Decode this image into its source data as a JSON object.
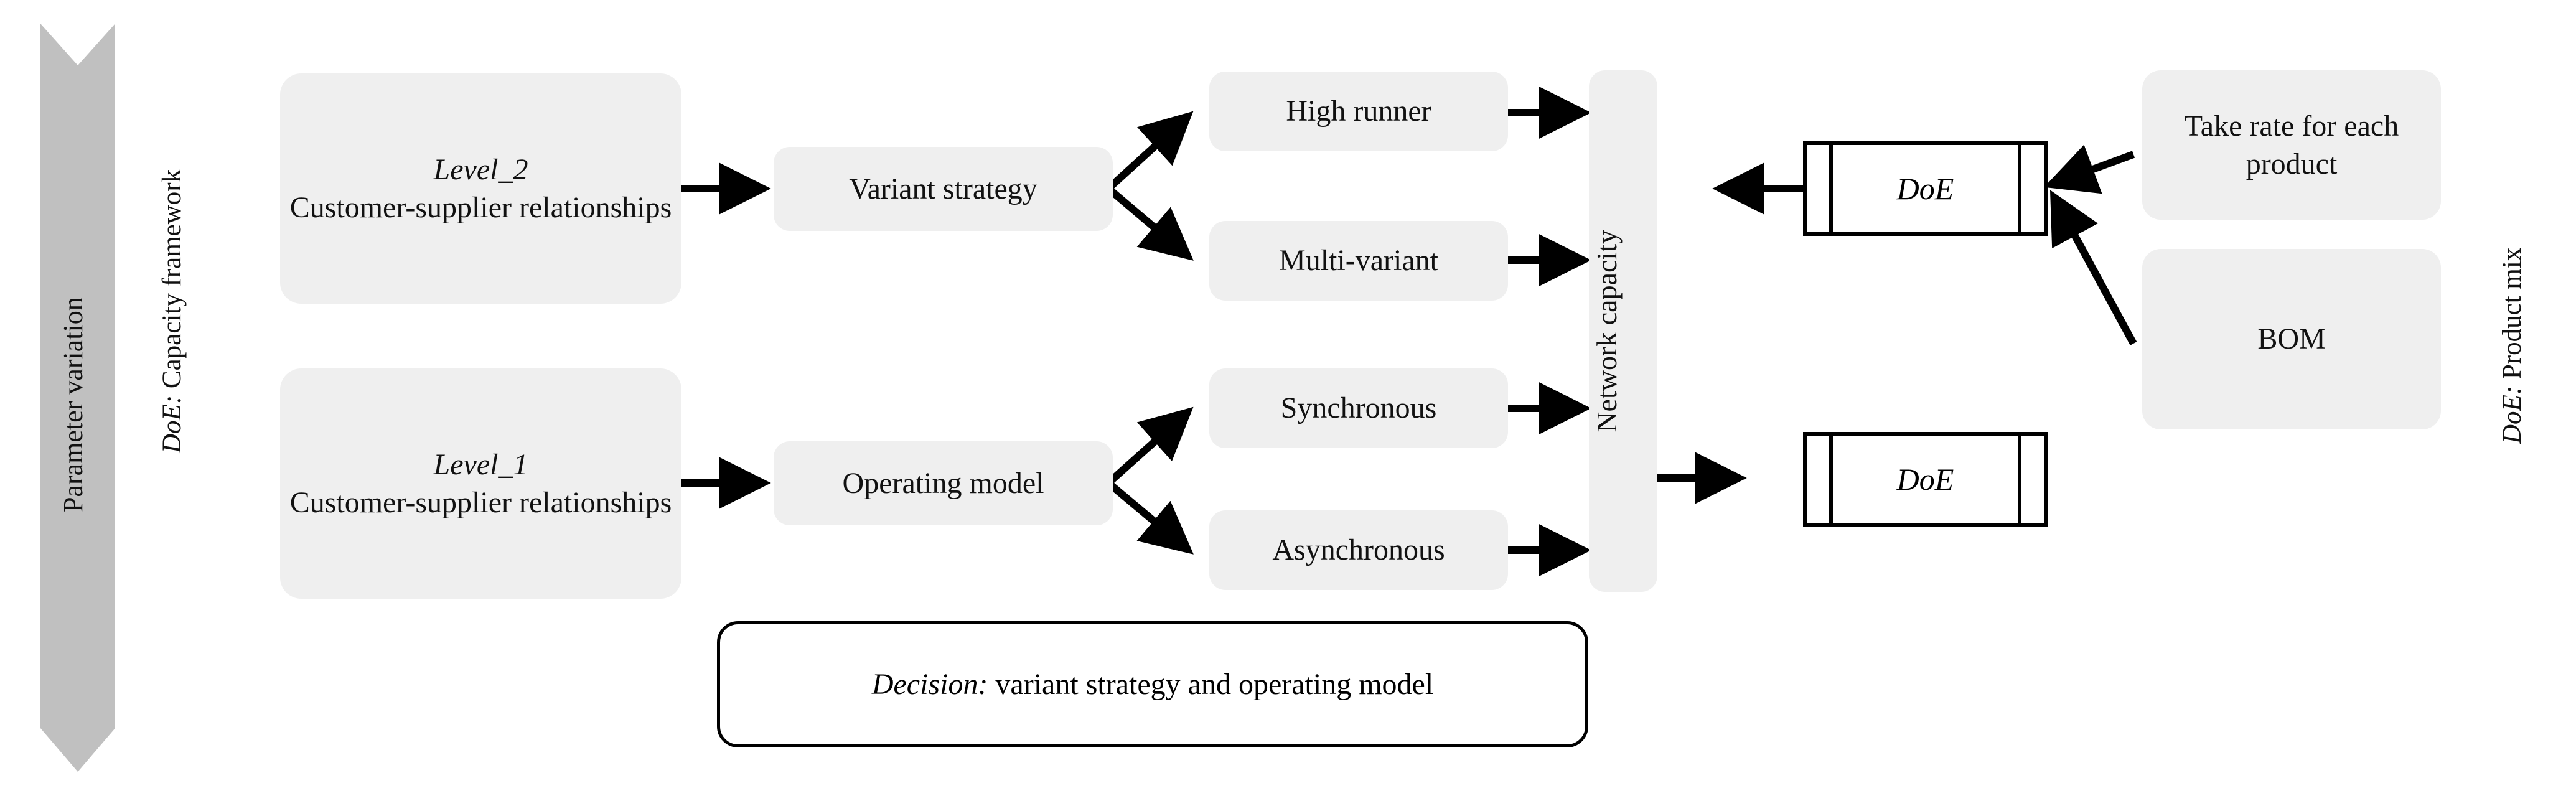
{
  "diagram": {
    "title": "Capacity framework and product mix DoE flow",
    "colors": {
      "node_fill": "#efefef",
      "band_fill": "#c0c0c0",
      "line": "#000000",
      "text": "#111111"
    },
    "left_band": {
      "label": "Parameter variation",
      "shape": "down-arrow-band"
    },
    "left_axis_label": {
      "emphasis": "DoE:",
      "text": " Capacity framework"
    },
    "right_axis_label": {
      "emphasis": "DoE:",
      "text": " Product mix"
    },
    "nodes": {
      "level2": {
        "emphasis": "Level_2",
        "text": "Customer-supplier relationships"
      },
      "level1": {
        "emphasis": "Level_1",
        "text": "Customer-supplier relationships"
      },
      "variant_strategy": {
        "text": "Variant strategy"
      },
      "operating_model": {
        "text": "Operating model"
      },
      "high_runner": {
        "text": "High runner"
      },
      "multi_variant": {
        "text": "Multi-variant"
      },
      "synchronous": {
        "text": "Synchronous"
      },
      "asynchronous": {
        "text": "Asynchronous"
      },
      "network_capacity": {
        "text": "Network capacity"
      },
      "doe_top": {
        "text": "DoE"
      },
      "doe_bottom": {
        "text": "DoE"
      },
      "take_rate": {
        "text": "Take rate for each product"
      },
      "bom": {
        "text": "BOM"
      },
      "decision": {
        "emphasis": "Decision:",
        "text": " variant strategy and operating model"
      }
    },
    "edges": [
      {
        "from": "level2",
        "to": "variant_strategy",
        "style": "straight-arrow"
      },
      {
        "from": "variant_strategy",
        "to": "high_runner",
        "style": "branch-up-arrow"
      },
      {
        "from": "variant_strategy",
        "to": "multi_variant",
        "style": "branch-down-arrow"
      },
      {
        "from": "high_runner",
        "to": "network_capacity",
        "style": "straight-arrow"
      },
      {
        "from": "multi_variant",
        "to": "network_capacity",
        "style": "straight-arrow"
      },
      {
        "from": "level1",
        "to": "operating_model",
        "style": "straight-arrow"
      },
      {
        "from": "operating_model",
        "to": "synchronous",
        "style": "branch-up-arrow"
      },
      {
        "from": "operating_model",
        "to": "asynchronous",
        "style": "branch-down-arrow"
      },
      {
        "from": "synchronous",
        "to": "network_capacity",
        "style": "straight-arrow"
      },
      {
        "from": "asynchronous",
        "to": "network_capacity",
        "style": "straight-arrow"
      },
      {
        "from": "doe_top",
        "to": "network_capacity",
        "style": "straight-arrow"
      },
      {
        "from": "network_capacity",
        "to": "doe_bottom",
        "style": "straight-arrow"
      },
      {
        "from": "take_rate",
        "to": "doe_top",
        "style": "diagonal-arrow"
      },
      {
        "from": "bom",
        "to": "doe_top",
        "style": "diagonal-arrow"
      }
    ]
  }
}
